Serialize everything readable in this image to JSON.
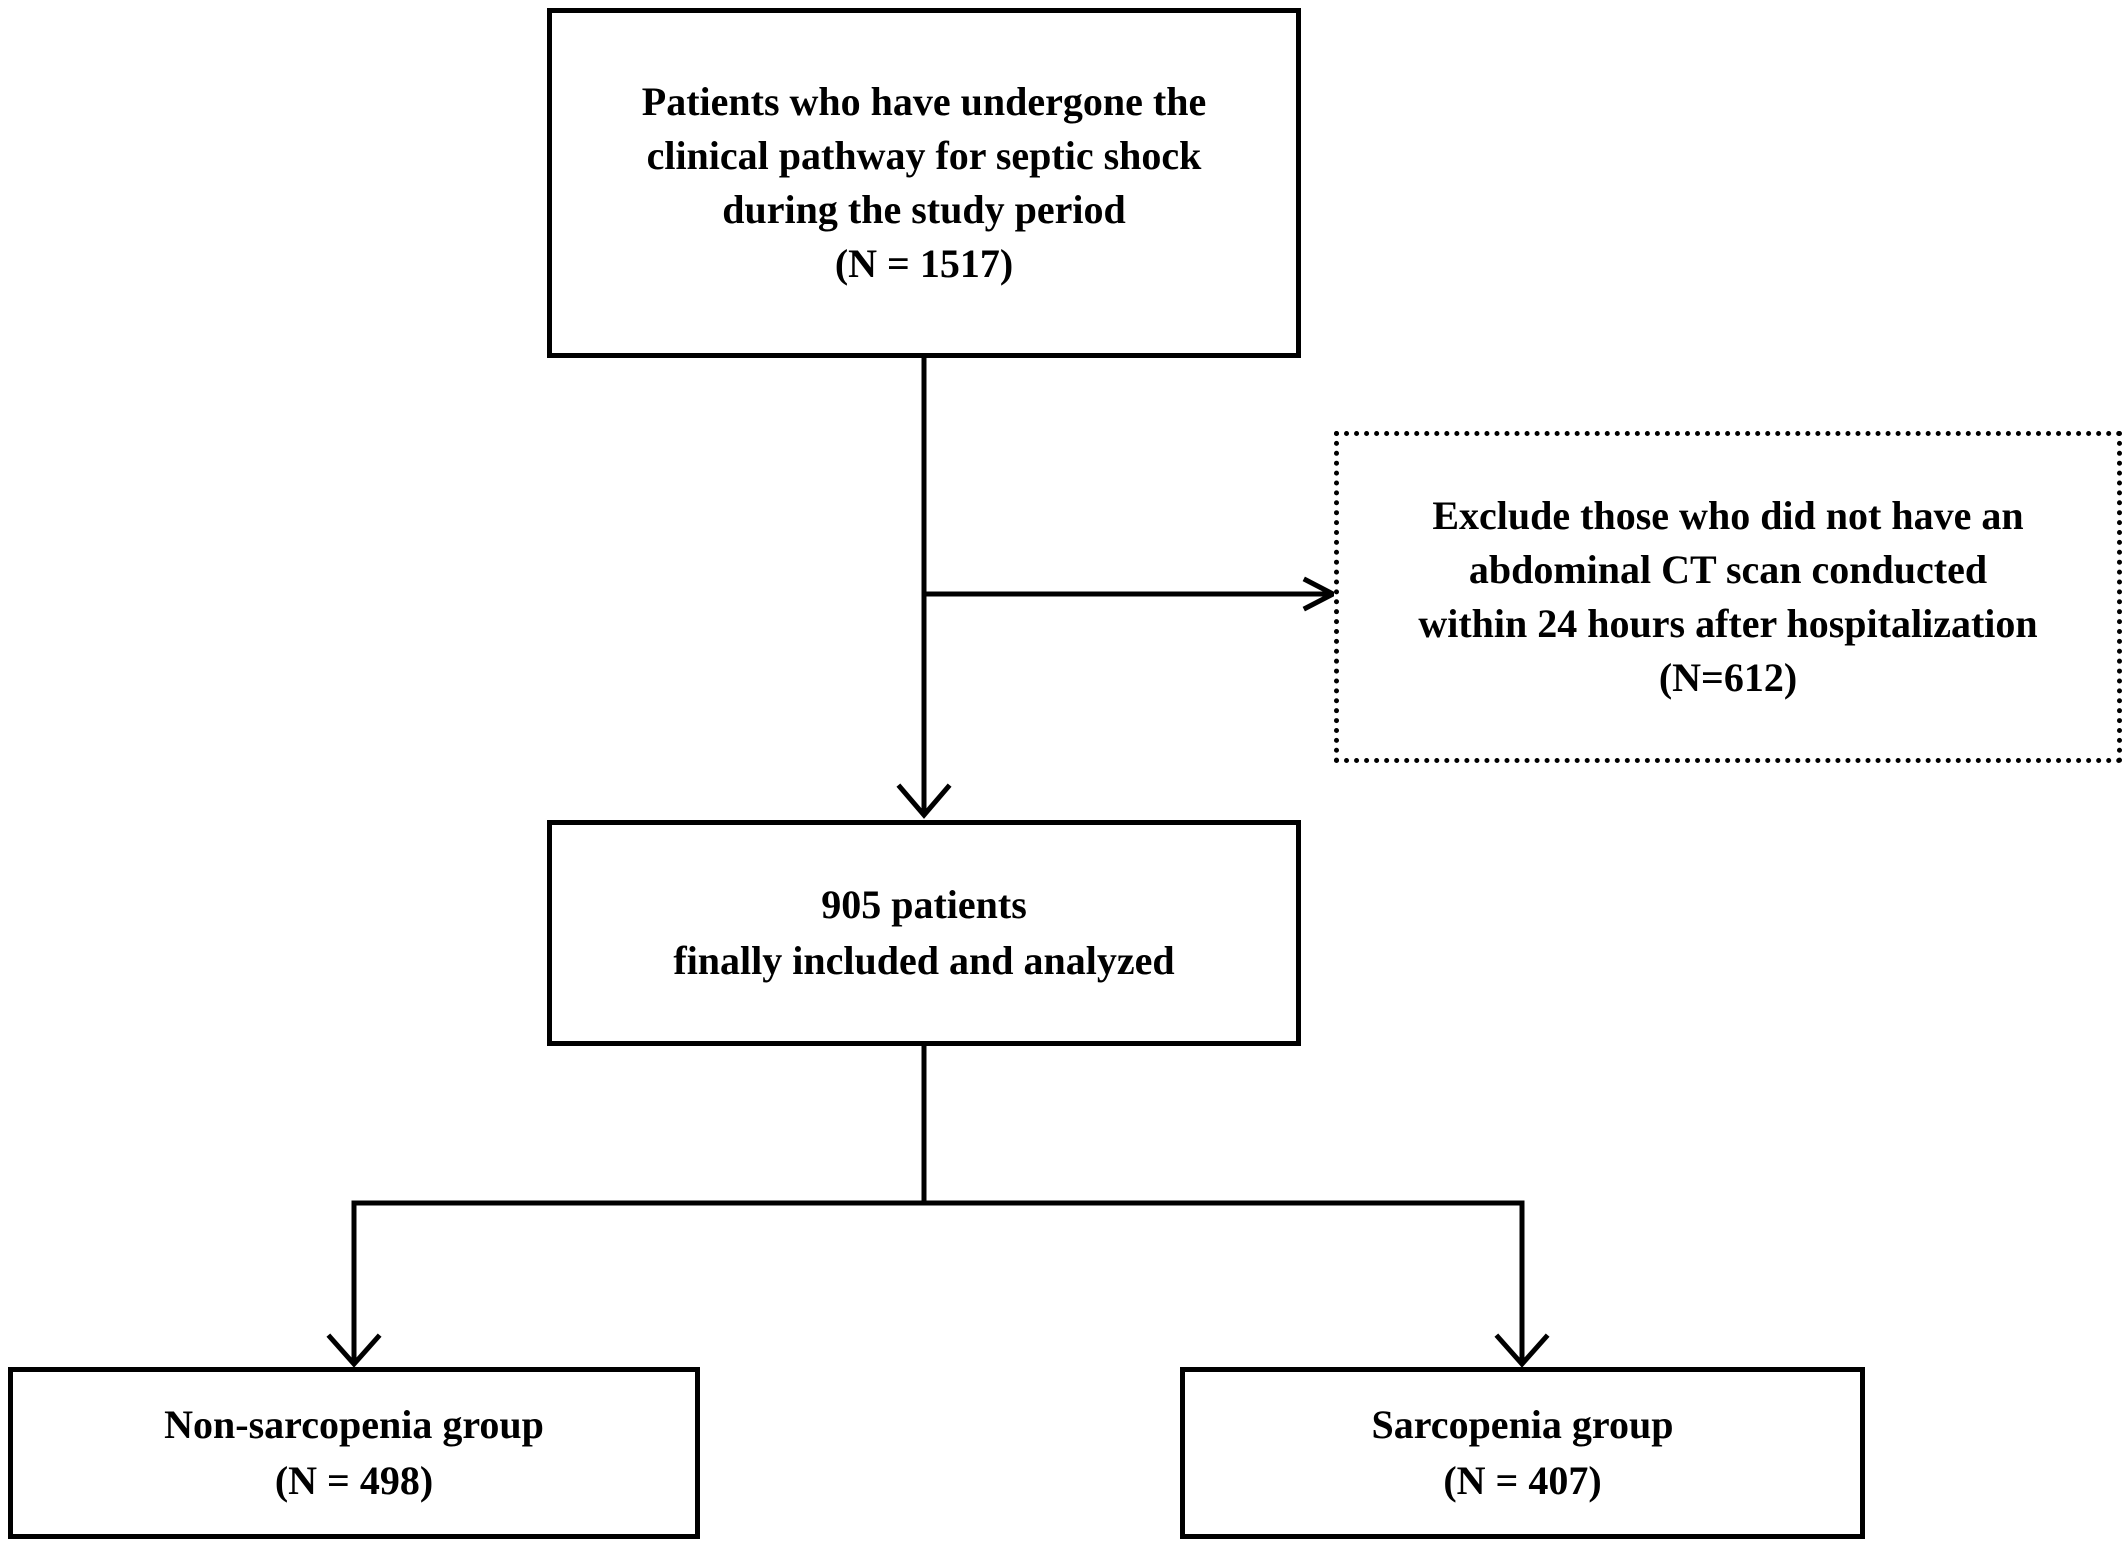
{
  "flowchart": {
    "start": {
      "lines": [
        "Patients who have undergone the",
        "clinical pathway for septic shock",
        "during the study period",
        "(N = 1517)"
      ]
    },
    "exclusion": {
      "lines": [
        "Exclude those who did not have an",
        "abdominal CT scan conducted",
        "within 24 hours after hospitalization",
        "(N=612)"
      ]
    },
    "included": {
      "lines": [
        "905 patients",
        "finally included and analyzed"
      ]
    },
    "non_sarcopenia": {
      "lines": [
        "Non-sarcopenia group",
        "(N = 498)"
      ]
    },
    "sarcopenia": {
      "lines": [
        "Sarcopenia group",
        "(N = 407)"
      ]
    }
  },
  "colors": {
    "stroke": "#000000",
    "background": "#ffffff"
  }
}
